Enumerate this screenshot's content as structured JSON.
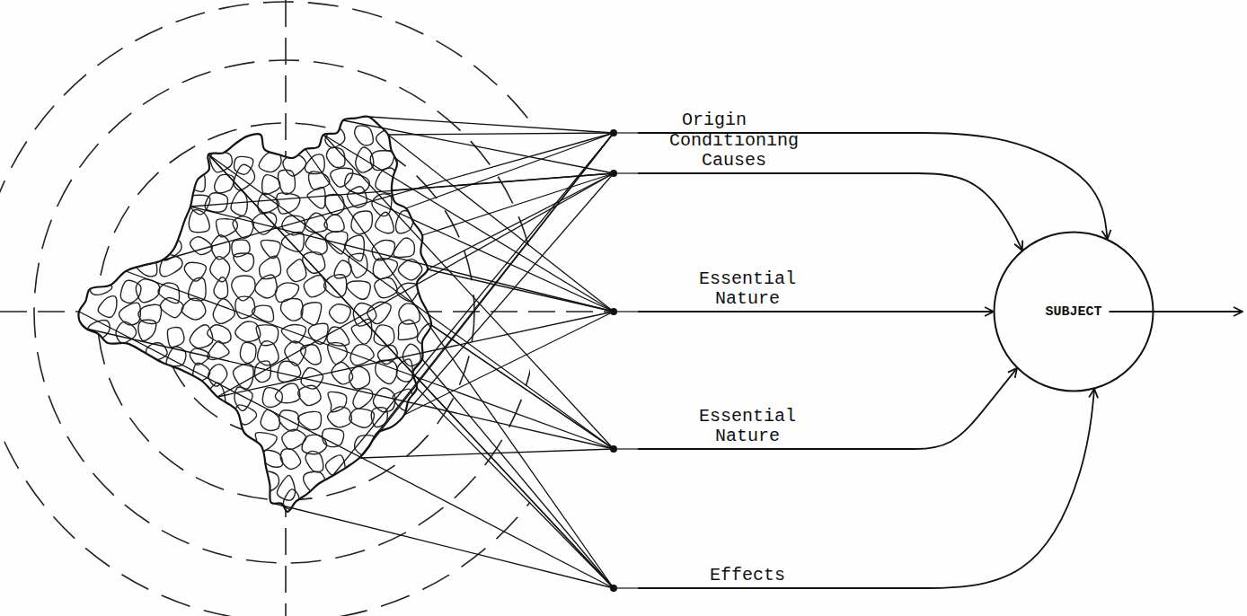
{
  "diagram": {
    "nodes": [
      {
        "text": [
          "Origin"
        ]
      },
      {
        "text": [
          "Conditioning Causes"
        ]
      },
      {
        "text": [
          "Essential Nature"
        ]
      },
      {
        "text": [
          "Essential Nature"
        ]
      },
      {
        "text": [
          "Effects"
        ]
      },
      {
        "text": [
          "SUBJECT"
        ]
      }
    ],
    "edges": [
      {
        "from": 0,
        "to": 5,
        "arrow": "to"
      },
      {
        "from": 1,
        "to": 5,
        "arrow": "to"
      },
      {
        "from": 2,
        "to": 5,
        "arrow": "to"
      },
      {
        "from": 3,
        "to": 5,
        "arrow": "to"
      },
      {
        "from": 4,
        "to": 5,
        "arrow": "to"
      }
    ]
  }
}
